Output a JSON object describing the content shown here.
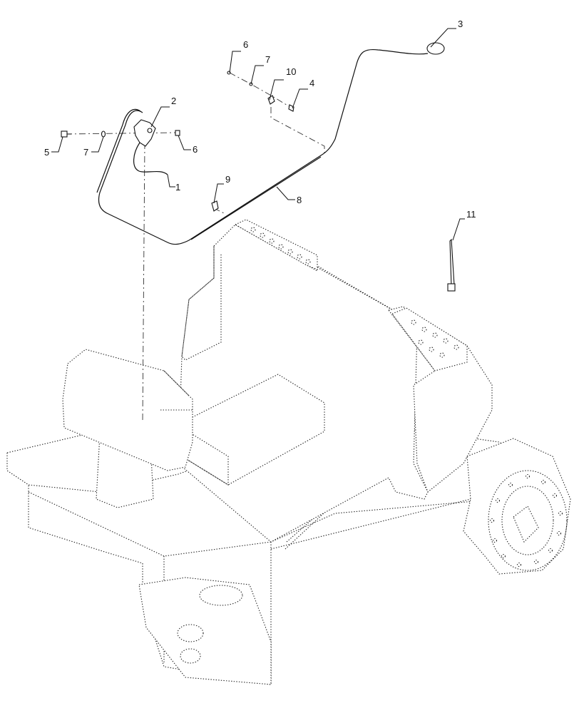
{
  "callouts": [
    {
      "id": "c1",
      "label": "1"
    },
    {
      "id": "c2",
      "label": "2"
    },
    {
      "id": "c3",
      "label": "3"
    },
    {
      "id": "c4",
      "label": "4"
    },
    {
      "id": "c5",
      "label": "5"
    },
    {
      "id": "c6a",
      "label": "6"
    },
    {
      "id": "c6b",
      "label": "6"
    },
    {
      "id": "c7a",
      "label": "7"
    },
    {
      "id": "c7b",
      "label": "7"
    },
    {
      "id": "c8",
      "label": "8"
    },
    {
      "id": "c9",
      "label": "9"
    },
    {
      "id": "c10",
      "label": "10"
    },
    {
      "id": "c11",
      "label": "11"
    }
  ]
}
